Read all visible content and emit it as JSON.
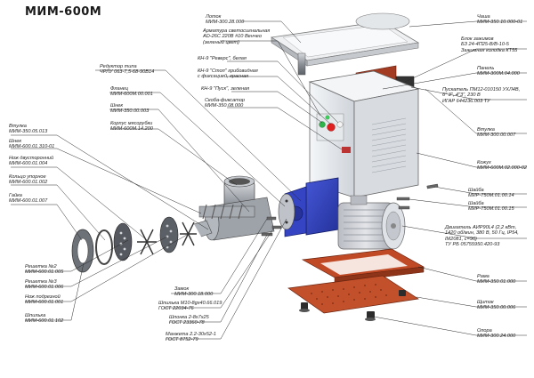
{
  "title": "МИМ-600М",
  "callouts": [
    {
      "id": "lotok",
      "l1": "Лоток",
      "l2": "МИМ-300.28.000"
    },
    {
      "id": "armatura",
      "l1": "Арматура светосигнальная",
      "l2": "AD-26C 220В #10 Венчео",
      "l3": "(зеленый цвет)"
    },
    {
      "id": "kn-revers",
      "l1": "КН-9 \"Реверс\", белая",
      "l2": ""
    },
    {
      "id": "kn-stop",
      "l1": "КН-9 \"Стоп\" грибовидная",
      "l2": "с фиксацией, красная"
    },
    {
      "id": "kn-pusk",
      "l1": "КН-9 \"Пуск\", зеленая",
      "l2": ""
    },
    {
      "id": "skoba",
      "l1": "Скоба-фиксатор",
      "l2": "МИМ-350.08.000"
    },
    {
      "id": "reduktor",
      "l1": "Редуктор типа",
      "l2": "ЧРЛУ 063-7,5-68-90В14"
    },
    {
      "id": "flanec",
      "l1": "Фланец",
      "l2": "МИМ-600М.00.001"
    },
    {
      "id": "shnek",
      "l1": "Шнек",
      "l2": "МИМ-350.00.003"
    },
    {
      "id": "korpus",
      "l1": "Корпус мясорубки",
      "l2": "МИМ-600М.14.200"
    },
    {
      "id": "vtulka-l",
      "l1": "Втулка",
      "l2": "МИМ-350.05.013"
    },
    {
      "id": "shnek2",
      "l1": "Шнек",
      "l2": "МИМ-600.01.310-01"
    },
    {
      "id": "nozh2",
      "l1": "Нож двусторонний",
      "l2": "МИМ-600.01.004"
    },
    {
      "id": "kolco",
      "l1": "Кольцо упорное",
      "l2": "МИМ-600.01.002"
    },
    {
      "id": "gayka",
      "l1": "Гайка",
      "l2": "МИМ-600.01.007"
    },
    {
      "id": "chasha",
      "l1": "Чаша",
      "l2": "МИМ-350.10.000-01"
    },
    {
      "id": "blok",
      "l1": "Блок зажимов",
      "l2": "БЗ 24-4П25-В/В-10-5",
      "l3": "Зажимная колодка КТ55"
    },
    {
      "id": "panel",
      "l1": "Панель",
      "l2": "МИМ-300М.04.000"
    },
    {
      "id": "puskatel",
      "l1": "Пускатель ПМ12-010150 УХЛ4В,",
      "l2": "6\" 3\", 4\"3\", 230 В",
      "l3": "ИГАР 644236.003 ТУ"
    },
    {
      "id": "vtulka-r",
      "l1": "Втулка",
      "l2": "МИМ-300.00.007"
    },
    {
      "id": "kozhuh",
      "l1": "Кожух",
      "l2": "МИМ-600М.02.000-02"
    },
    {
      "id": "shayba1",
      "l1": "Шайба",
      "l2": "МИР-750М.01.00.14"
    },
    {
      "id": "shayba2",
      "l1": "Шайба",
      "l2": "МИР-750М.01.00.15"
    },
    {
      "id": "dvig",
      "l1": "Двигатель АИР90L4 (2,2 кВт,",
      "l2": "1420 об/мин, 380 В, 50 Гц, IP54,",
      "l3": "IM2081, с=96)",
      "l4": "ТУ РБ 05755950.420-93"
    },
    {
      "id": "rama",
      "l1": "Рама",
      "l2": "МИМ-350.01.000"
    },
    {
      "id": "shitok",
      "l1": "Щиток",
      "l2": "МИМ-350.00.006"
    },
    {
      "id": "opora",
      "l1": "Опора",
      "l2": "МИМ-300.24.000"
    },
    {
      "id": "reshetka2",
      "l1": "Решетка №2",
      "l2": "МИМ-600.01.005"
    },
    {
      "id": "reshetka3",
      "l1": "Решетка №3",
      "l2": "МИМ-600.01.006"
    },
    {
      "id": "nozh-podr",
      "l1": "Нож подрезной",
      "l2": "МИМ-600.01.001"
    },
    {
      "id": "shpilka-l",
      "l1": "Шпилька",
      "l2": "МИМ-600.01.102"
    },
    {
      "id": "zamok",
      "l1": "Замок",
      "l2": "МИМ-300.18.000"
    },
    {
      "id": "shpilka",
      "l1": "Шпилька М10-8gх40.66.019",
      "l2": "ГОСТ 22034-76"
    },
    {
      "id": "shponka",
      "l1": "Шпонка 2-8х7х25",
      "l2": "ГОСТ 23360-78"
    },
    {
      "id": "manzheta",
      "l1": "Манжета 2.2-30х52-1",
      "l2": "ГОСТ 8752-79"
    }
  ],
  "colors": {
    "housing": "#e8ecf0",
    "reducer": "#2f3fb8",
    "frame": "#b8401e",
    "panel": "#9c3820",
    "motor": "#c9ccd2",
    "grinder": "#8a8f96",
    "leader": "#2a2a2a"
  }
}
